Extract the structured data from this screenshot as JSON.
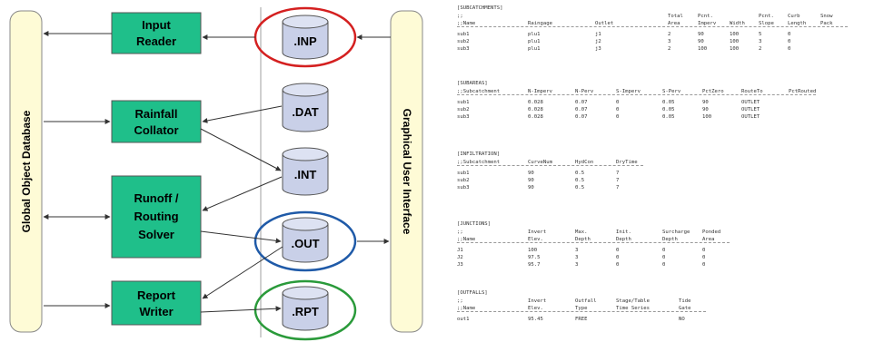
{
  "diagram": {
    "left_bar_label": "Global Object Database",
    "right_bar_label": "Graphical User Interface",
    "modules": [
      {
        "id": "input-reader",
        "lines": [
          "Input",
          "Reader"
        ]
      },
      {
        "id": "rainfall-collator",
        "lines": [
          "Rainfall",
          "Collator"
        ]
      },
      {
        "id": "runoff-routing-solver",
        "lines": [
          "Runoff /",
          "Routing",
          "Solver"
        ]
      },
      {
        "id": "report-writer",
        "lines": [
          "Report",
          "Writer"
        ]
      }
    ],
    "files": [
      {
        "id": "inp",
        "label": ".INP",
        "highlight": "#d42020"
      },
      {
        "id": "dat",
        "label": ".DAT",
        "highlight": ""
      },
      {
        "id": "int",
        "label": ".INT",
        "highlight": ""
      },
      {
        "id": "out",
        "label": ".OUT",
        "highlight": "#1f5aa8"
      },
      {
        "id": "rpt",
        "label": ".RPT",
        "highlight": "#2a9a3a"
      }
    ],
    "colors": {
      "module": "#1fbf8a",
      "bar": "#fefbd6",
      "cylinder": "#c9d0e8"
    }
  },
  "input_file": {
    "sections": [
      {
        "title": "[SUBCATCHMENTS]",
        "header1": [
          ";;",
          "",
          "",
          "Total",
          "Pcnt.",
          "",
          "Pcnt.",
          "Curb",
          "Snow"
        ],
        "header2": [
          ";;Name",
          "Raingage",
          "Outlet",
          "Area",
          "Imperv",
          "Width",
          "Slope",
          "Length",
          "Pack"
        ],
        "rows": [
          [
            "sub1",
            "plu1",
            "j1",
            "2",
            "90",
            "100",
            "5",
            "0",
            ""
          ],
          [
            "sub2",
            "plu1",
            "j2",
            "3",
            "90",
            "100",
            "3",
            "0",
            ""
          ],
          [
            "sub3",
            "plu1",
            "j3",
            "2",
            "100",
            "100",
            "2",
            "0",
            ""
          ]
        ]
      },
      {
        "title": "[SUBAREAS]",
        "header1": [],
        "header2": [
          ";;Subcatchment",
          "N-Imperv",
          "N-Perv",
          "S-Imperv",
          "S-Perv",
          "PctZero",
          "RouteTo",
          "PctRouted"
        ],
        "rows": [
          [
            "sub1",
            "0.028",
            "0.07",
            "0",
            "0.05",
            "90",
            "OUTLET",
            ""
          ],
          [
            "sub2",
            "0.028",
            "0.07",
            "0",
            "0.05",
            "90",
            "OUTLET",
            ""
          ],
          [
            "sub3",
            "0.028",
            "0.07",
            "0",
            "0.05",
            "100",
            "OUTLET",
            ""
          ]
        ]
      },
      {
        "title": "[INFILTRATION]",
        "header1": [],
        "header2": [
          ";;Subcatchment",
          "CurveNum",
          "HydCon",
          "DryTime"
        ],
        "rows": [
          [
            "sub1",
            "90",
            "0.5",
            "7"
          ],
          [
            "sub2",
            "90",
            "0.5",
            "7"
          ],
          [
            "sub3",
            "90",
            "0.5",
            "7"
          ]
        ]
      },
      {
        "title": "[JUNCTIONS]",
        "header1": [
          ";;",
          "Invert",
          "Max.",
          "Init.",
          "Surcharge",
          "Ponded"
        ],
        "header2": [
          ";;Name",
          "Elev.",
          "Depth",
          "Depth",
          "Depth",
          "Area"
        ],
        "rows": [
          [
            "J1",
            "100",
            "3",
            "0",
            "0",
            "0"
          ],
          [
            "J2",
            "97.5",
            "3",
            "0",
            "0",
            "0"
          ],
          [
            "J3",
            "95.7",
            "3",
            "0",
            "0",
            "0"
          ]
        ]
      },
      {
        "title": "[OUTFALLS]",
        "header1": [
          ";;",
          "Invert",
          "Outfall",
          "Stage/Table",
          "Tide"
        ],
        "header2": [
          ";;Name",
          "Elev.",
          "Type",
          "Time Series",
          "Gate"
        ],
        "rows": [
          [
            "out1",
            "95.45",
            "FREE",
            "",
            "NO"
          ]
        ]
      }
    ]
  }
}
